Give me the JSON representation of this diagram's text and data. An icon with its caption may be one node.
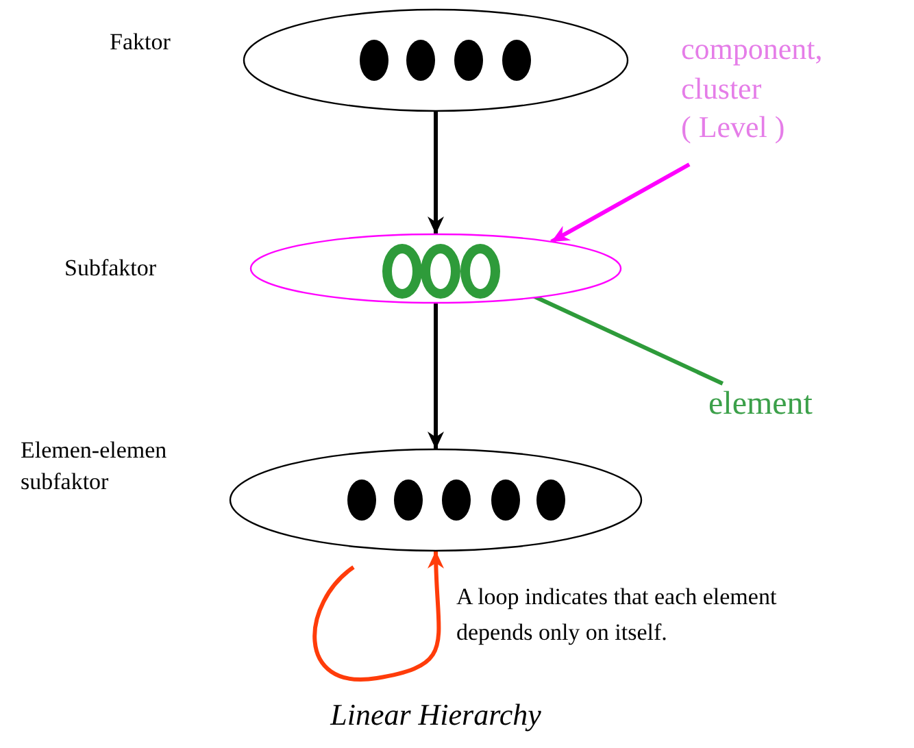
{
  "diagram": {
    "caption": "Linear Hierarchy",
    "nodes": [
      {
        "text": [
          "Faktor"
        ]
      },
      {
        "text": [
          "Subfaktor"
        ]
      },
      {
        "text": [
          "Elemen-elemen subfaktor"
        ]
      },
      {
        "text": [
          "component, cluster",
          "( Level )"
        ]
      },
      {
        "text": [
          "element"
        ]
      },
      {
        "text": [],
        "shape": "circle",
        "in": 1
      },
      {
        "text": [],
        "shape": "circle",
        "in": 1
      },
      {
        "text": [],
        "shape": "circle",
        "in": 1
      }
    ],
    "edges": [
      {
        "from": 0,
        "to": 1,
        "arrow": "to"
      },
      {
        "from": 1,
        "to": 2,
        "arrow": "to"
      },
      {
        "from": 3,
        "to": 1,
        "arrow": "to",
        "color": "#ff00ff"
      },
      {
        "from": 4,
        "to": 7,
        "arrow": "to",
        "color": "#2e9b3a"
      },
      {
        "from": null,
        "to": 2,
        "arrow": "to",
        "color": "#ff3c0a"
      }
    ],
    "labels": [
      "A loop indicates that each element depends only on itself."
    ]
  }
}
